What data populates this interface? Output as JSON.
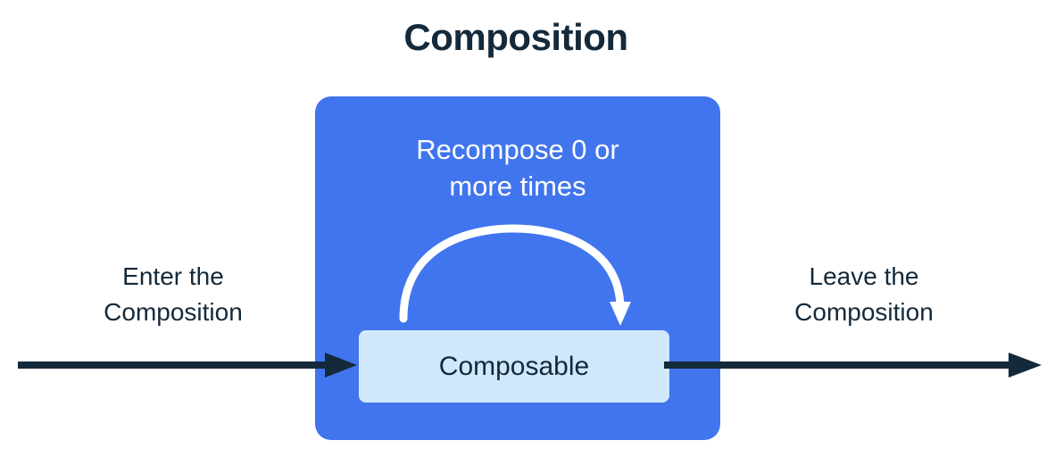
{
  "diagram": {
    "title": "Composition",
    "colors": {
      "background": "#ffffff",
      "ink": "#14293a",
      "composition_fill": "#4175ee",
      "composable_fill": "#d0e8fc",
      "loop_arrow": "#ffffff",
      "flow_arrow": "#14293a"
    },
    "composition_box": {
      "label_line_1": "Recompose 0 or",
      "label_line_2": "more times",
      "recompose_label": "Recompose 0 or more times"
    },
    "composable_node": {
      "label": "Composable"
    },
    "enter_flow": {
      "line_1": "Enter the",
      "line_2": "Composition",
      "caption": "Enter the Composition"
    },
    "leave_flow": {
      "line_1": "Leave the",
      "line_2": "Composition",
      "caption": "Leave the Composition"
    },
    "icons": {
      "loop_arrow": "curved-loop-arrow-icon",
      "enter_arrow": "right-arrow-icon",
      "leave_arrow": "right-arrow-icon"
    }
  }
}
